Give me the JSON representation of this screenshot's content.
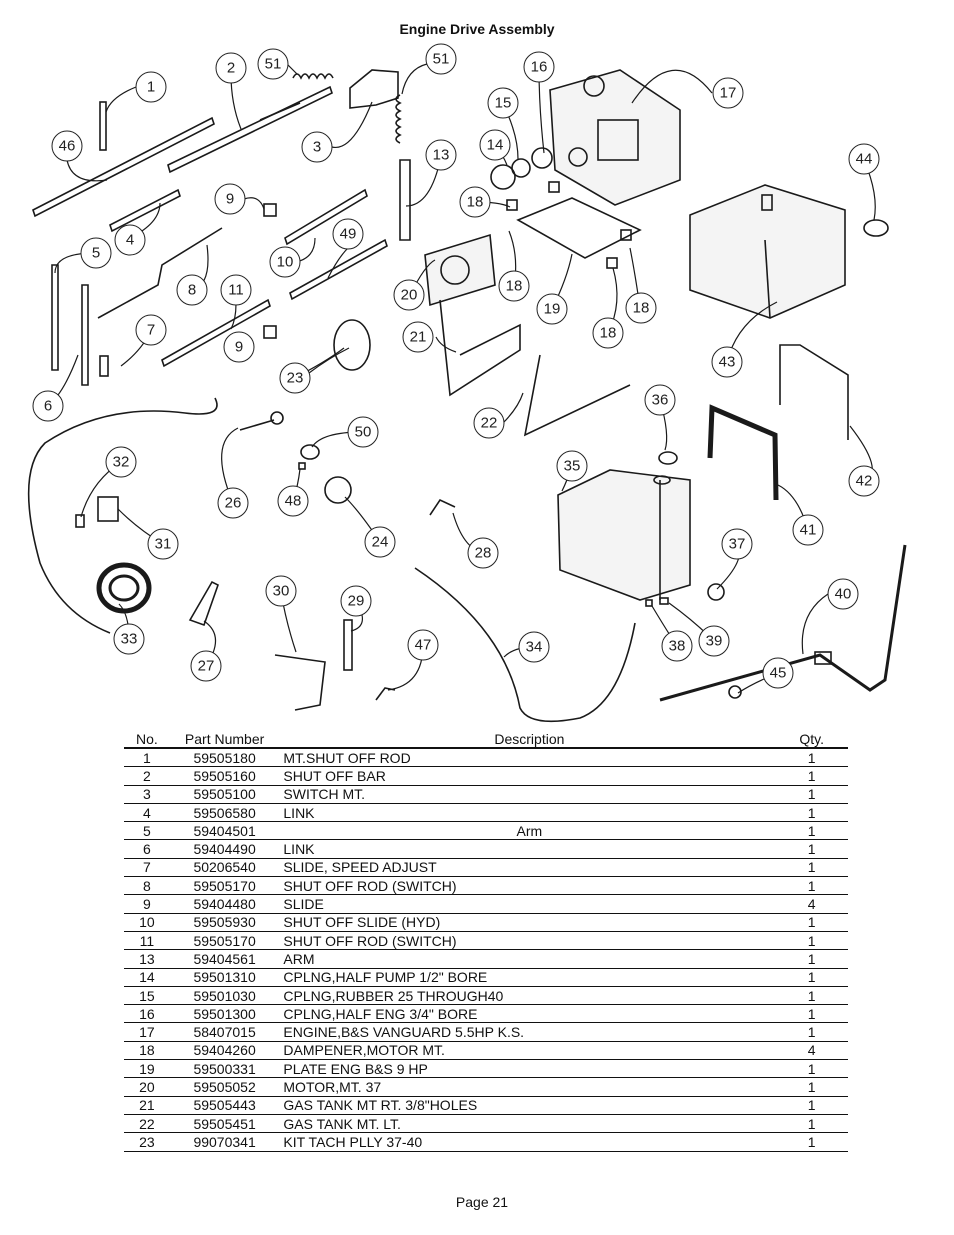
{
  "title": "Engine Drive Assembly",
  "diagram": {
    "callouts": [
      "1",
      "2",
      "3",
      "4",
      "5",
      "6",
      "7",
      "8",
      "9",
      "9",
      "10",
      "11",
      "13",
      "14",
      "15",
      "16",
      "17",
      "18",
      "18",
      "18",
      "18",
      "19",
      "20",
      "21",
      "22",
      "23",
      "24",
      "26",
      "27",
      "28",
      "29",
      "30",
      "31",
      "32",
      "33",
      "34",
      "35",
      "36",
      "37",
      "38",
      "39",
      "40",
      "41",
      "42",
      "43",
      "44",
      "45",
      "46",
      "47",
      "48",
      "49",
      "50",
      "51",
      "51"
    ]
  },
  "table": {
    "headers": {
      "no": "No.",
      "part_number": "Part Number",
      "description": "Description",
      "qty": "Qty."
    },
    "rows": [
      {
        "no": "1",
        "part_number": "59505180",
        "description": "MT.SHUT OFF ROD",
        "qty": "1"
      },
      {
        "no": "2",
        "part_number": "59505160",
        "description": "SHUT OFF BAR",
        "qty": "1"
      },
      {
        "no": "3",
        "part_number": "59505100",
        "description": "SWITCH MT.",
        "qty": "1"
      },
      {
        "no": "4",
        "part_number": "59506580",
        "description": "LINK",
        "qty": "1"
      },
      {
        "no": "5",
        "part_number": "59404501",
        "description": "Arm",
        "qty": "1"
      },
      {
        "no": "6",
        "part_number": "59404490",
        "description": "LINK",
        "qty": "1"
      },
      {
        "no": "7",
        "part_number": "50206540",
        "description": "SLIDE, SPEED ADJUST",
        "qty": "1"
      },
      {
        "no": "8",
        "part_number": "59505170",
        "description": "SHUT OFF ROD (SWITCH)",
        "qty": "1"
      },
      {
        "no": "9",
        "part_number": "59404480",
        "description": "SLIDE",
        "qty": "4"
      },
      {
        "no": "10",
        "part_number": "59505930",
        "description": "SHUT OFF SLIDE (HYD)",
        "qty": "1"
      },
      {
        "no": "11",
        "part_number": "59505170",
        "description": "SHUT OFF ROD (SWITCH)",
        "qty": "1"
      },
      {
        "no": "13",
        "part_number": "59404561",
        "description": "ARM",
        "qty": "1"
      },
      {
        "no": "14",
        "part_number": "59501310",
        "description": "CPLNG,HALF PUMP 1/2\" BORE",
        "qty": "1"
      },
      {
        "no": "15",
        "part_number": "59501030",
        "description": "CPLNG,RUBBER 25 THROUGH40",
        "qty": "1"
      },
      {
        "no": "16",
        "part_number": "59501300",
        "description": "CPLNG,HALF ENG 3/4\" BORE",
        "qty": "1"
      },
      {
        "no": "17",
        "part_number": "58407015",
        "description": "ENGINE,B&S VANGUARD 5.5HP K.S.",
        "qty": "1"
      },
      {
        "no": "18",
        "part_number": "59404260",
        "description": "DAMPENER,MOTOR MT.",
        "qty": "4"
      },
      {
        "no": "19",
        "part_number": "59500331",
        "description": "PLATE ENG B&S 9 HP",
        "qty": "1"
      },
      {
        "no": "20",
        "part_number": "59505052",
        "description": "MOTOR,MT. 37",
        "qty": "1"
      },
      {
        "no": "21",
        "part_number": "59505443",
        "description": "GAS TANK MT RT. 3/8\"HOLES",
        "qty": "1"
      },
      {
        "no": "22",
        "part_number": "59505451",
        "description": "GAS TANK MT. LT.",
        "qty": "1"
      },
      {
        "no": "23",
        "part_number": "99070341",
        "description": "KIT TACH PLLY 37-40",
        "qty": "1"
      }
    ]
  },
  "footer": {
    "page": "Page 21"
  }
}
